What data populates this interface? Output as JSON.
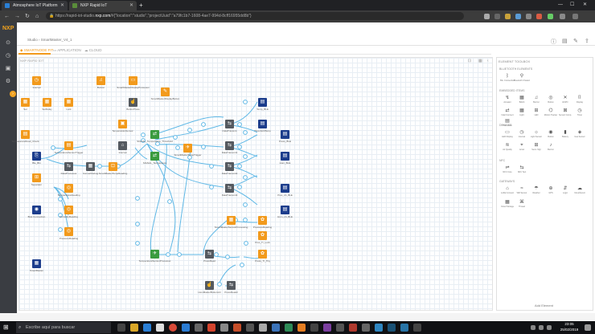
{
  "browser": {
    "tabs": [
      {
        "label": "Atmosphere IoT Platform",
        "fav_color": "#2a7fd5"
      },
      {
        "label": "NXP Rapid IoT",
        "fav_color": "#5a8d3a"
      }
    ],
    "new_tab": "+",
    "window_controls": {
      "min": "—",
      "max": "☐",
      "close": "✕"
    },
    "url_prefix": "https://rapid-iot-studio.",
    "url_domain": "nxp.com",
    "url_suffix": "/#{\"location\":\"studio\",\"projectUuid\":\"a79fc1b7-1608-4ae7-994d-8cff16955dd8b\"}"
  },
  "app": {
    "logo": "NXP",
    "breadcrumb": "Studio  ›  SmartMaster_V4_1",
    "tabs": [
      {
        "label": "SMARTNODE FIT"
      },
      {
        "label": "APPLICATION"
      },
      {
        "label": "CLOUD"
      }
    ],
    "canvas_label": "NXP RAPID IOT",
    "library": {
      "title": "ELEMENT TOOLBOX",
      "sections": [
        {
          "name": "BLUETOOTH ELEMENTS",
          "items": [
            "Blu. Connection",
            "Bluetooth Characteristic"
          ]
        },
        {
          "name": "EMBEDDED ITEMS",
          "items": [
            "Actuator",
            "Bdtnb",
            "Buzzer",
            "Button",
            "ESPO",
            "Display",
            "Inital Connect",
            "Light",
            "LED",
            "Motion Tracker",
            "Sensor Comp.",
            "Timer",
            "Thermistor"
          ]
        },
        {
          "name": "DEVICES",
          "items": [
            "LED Display",
            "Interval",
            "Light Sensor",
            "Button",
            "Battery",
            "Gas Sensor",
            "Air Quality",
            "Accel",
            "Sens. Mgr",
            "Buzzer"
          ]
        },
        {
          "name": "NFC",
          "items": [
            "NFC Core",
            "NFC Text"
          ]
        },
        {
          "name": "GATEWAYS",
          "items": [
            "LoRa Connect",
            "Wifi Sensor",
            "Weather",
            "GPS",
            "Logic",
            "Cloud Event",
            "Cloud Storage",
            "Thread"
          ]
        }
      ],
      "add_element": "Add Element"
    }
  },
  "nodes": [
    {
      "label": "Interval",
      "color": "orange",
      "glyph": "◷"
    },
    {
      "label": "Buzzer",
      "color": "orange",
      "glyph": "♫"
    },
    {
      "label": "SmartMasterDisplayProcessor",
      "color": "orange",
      "glyph": "▭"
    },
    {
      "label": "SmartMasterDisplayButton",
      "color": "orange",
      "glyph": "✎"
    },
    {
      "label": "Set",
      "color": "orange",
      "glyph": "▦"
    },
    {
      "label": "SetDelay",
      "color": "orange",
      "glyph": "▦"
    },
    {
      "label": "Lock",
      "color": "orange",
      "glyph": "▦"
    },
    {
      "label": "ButtonPress",
      "color": "grey",
      "glyph": "☝"
    },
    {
      "label": "TemperatureSensor",
      "color": "orange",
      "glyph": "▣"
    },
    {
      "label": "Ble_Btn",
      "color": "navy",
      "glyph": "⎘"
    },
    {
      "label": "TemperatureSensorTrigger",
      "color": "orange",
      "glyph": "▤"
    },
    {
      "label": "DataProcessor",
      "color": "grey",
      "glyph": "⇆"
    },
    {
      "label": "ConvertDebug",
      "color": "grey",
      "glyph": "▦"
    },
    {
      "label": "SmartMasterTempReading",
      "color": "orange",
      "glyph": "⊡"
    },
    {
      "label": "Separator",
      "color": "orange",
      "glyph": "⊞"
    },
    {
      "label": "TemperatureReading",
      "color": "orange",
      "glyph": "◎"
    },
    {
      "label": "HumidityReading",
      "color": "orange",
      "glyph": "◎"
    },
    {
      "label": "PressureReading",
      "color": "orange",
      "glyph": "◎"
    },
    {
      "label": "BLE Connection",
      "color": "navy",
      "glyph": "◉"
    },
    {
      "label": "SmartMaster",
      "color": "navy",
      "glyph": "▦"
    },
    {
      "label": "TemperatureRead_Check",
      "color": "orange",
      "glyph": "▤"
    },
    {
      "label": "Interval",
      "color": "grey",
      "glyph": "⌂"
    },
    {
      "label": "SIGNAL_Temperature_Threshold",
      "color": "green",
      "glyph": "⇄"
    },
    {
      "label": "SIGNAL_Temperature",
      "color": "green",
      "glyph": "⇄"
    },
    {
      "label": "SmartMasterTempTrigger",
      "color": "orange",
      "glyph": "✈"
    },
    {
      "label": "DataTransmit",
      "color": "grey",
      "glyph": "⇆"
    },
    {
      "label": "DataTransmit1",
      "color": "grey",
      "glyph": "⇆"
    },
    {
      "label": "DataTransmit2",
      "color": "grey",
      "glyph": "⇆"
    },
    {
      "label": "DataTransmit3",
      "color": "grey",
      "glyph": "⇆"
    },
    {
      "label": "Temp_BLE",
      "color": "navy",
      "glyph": "▤"
    },
    {
      "label": "ThresholdTemp",
      "color": "navy",
      "glyph": "▤"
    },
    {
      "label": "Press_BLE",
      "color": "navy",
      "glyph": "▤"
    },
    {
      "label": "Hum_BLE",
      "color": "navy",
      "glyph": "▤"
    },
    {
      "label": "Pres_Lb_BLE",
      "color": "navy",
      "glyph": "▤"
    },
    {
      "label": "Hum_Lb_BLE",
      "color": "navy",
      "glyph": "▤"
    },
    {
      "label": "SmartMasterSensorProcessing",
      "color": "orange",
      "glyph": "▦"
    },
    {
      "label": "PressureReading",
      "color": "orange",
      "glyph": "✿"
    },
    {
      "label": "Pres_Tr_Lock",
      "color": "orange",
      "glyph": "✿"
    },
    {
      "label": "TemperatureSensorProcessor",
      "color": "green",
      "glyph": "✈"
    },
    {
      "label": "PressRead",
      "color": "grey",
      "glyph": "⇆"
    },
    {
      "label": "Press_Tr_Trig",
      "color": "orange",
      "glyph": "✿"
    },
    {
      "label": "PressRead2",
      "color": "grey",
      "glyph": "⇆"
    },
    {
      "label": "HumMasterButtonLbl",
      "color": "grey",
      "glyph": "☝"
    }
  ],
  "taskbar": {
    "search_placeholder": "Escribe aquí para buscar",
    "time": "23:05",
    "date": "25/02/2019"
  }
}
